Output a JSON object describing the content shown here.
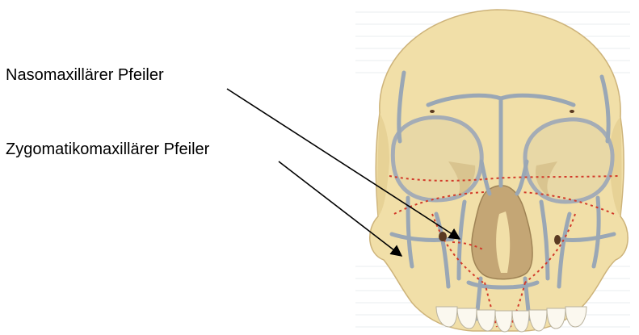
{
  "labels": {
    "nasomaxillary": "Nasomaxillärer Pfeiler",
    "zygomaticomaxillary": "Zygomatikomaxillärer Pfeiler"
  },
  "colors": {
    "background": "#ffffff",
    "bone": "#f1dfa8",
    "bone_shadow": "#d9bf80",
    "orbit": "#e7d7a4",
    "nasal_cavity": "#c7a97a",
    "buttress": "#9aa7b5",
    "fracture_line": "#d23a2a",
    "teeth": "#fbf8ef",
    "arrow": "#000000"
  },
  "icons": [
    "skull-illustration",
    "arrow-pointer"
  ]
}
